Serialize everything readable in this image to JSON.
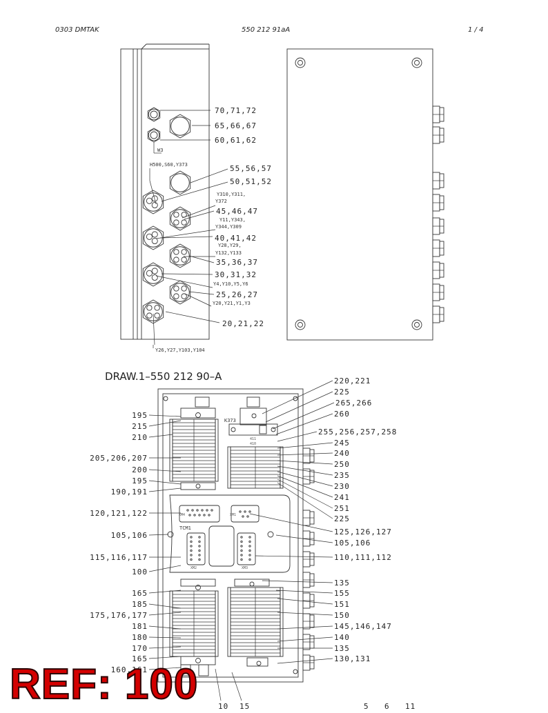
{
  "header": {
    "left": "0303   DMTAK",
    "center": "550 212 91aA",
    "right": "1 /   4"
  },
  "drawing_title": "DRAW.1–550 212 90–A",
  "stamp": "REF: 100",
  "upper_labels": [
    "70,71,72",
    "65,66,67",
    "60,61,62",
    "55,56,57",
    "50,51,52",
    "45,46,47",
    "40,41,42",
    "35,36,37",
    "30,31,32",
    "25,26,27",
    "20,21,22"
  ],
  "upper_small": [
    "W3",
    "H500,S60,Y373",
    "Y310,Y311,",
    "Y372",
    "Y11,Y343,",
    "Y344,Y309",
    "Y28,Y29,",
    "Y132,Y133",
    "Y4,Y10,Y5,Y6",
    "Y20,Y21,Y1,Y3",
    "Y26,Y27,Y103,Y104"
  ],
  "left_labels": [
    "195",
    "215",
    "210",
    "205,206,207",
    "200",
    "195",
    "190,191",
    "120,121,122",
    "105,106",
    "115,116,117",
    "100",
    "165",
    "185",
    "175,176,177",
    "181",
    "180",
    "170",
    "165",
    "160,161"
  ],
  "right_labels": [
    "220,221",
    "225",
    "265,266",
    "260",
    "255,256,257,258",
    "245",
    "240",
    "250",
    "235",
    "230",
    "241",
    "251",
    "225",
    "125,126,127",
    "105,106",
    "110,111,112",
    "135",
    "155",
    "151",
    "150",
    "145,146,147",
    "140",
    "135",
    "130,131"
  ],
  "bottom_labels": [
    "10",
    "15",
    "5",
    "6",
    "11"
  ],
  "inner_labels": [
    "K373",
    "411",
    "410",
    "TCM1",
    "XM1",
    "XM4",
    "XM2",
    "XM3"
  ]
}
